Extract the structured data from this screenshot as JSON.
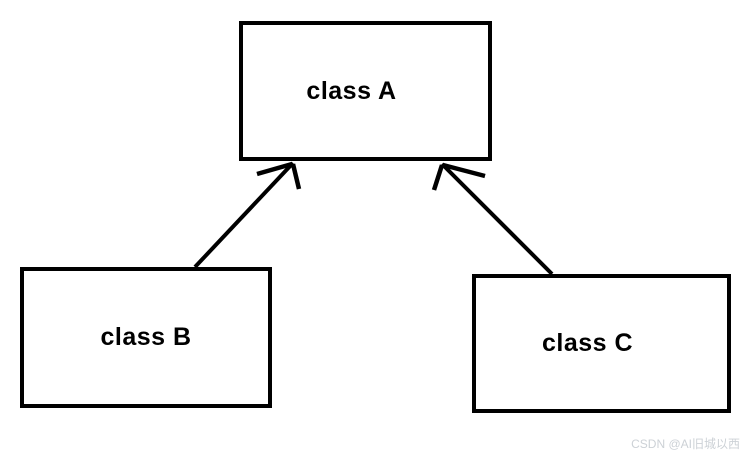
{
  "diagram": {
    "type": "class-inheritance",
    "nodes": [
      {
        "id": "A",
        "label": "class A"
      },
      {
        "id": "B",
        "label": "class B"
      },
      {
        "id": "C",
        "label": "class C"
      }
    ],
    "edges": [
      {
        "from": "B",
        "to": "A",
        "style": "open-arrow"
      },
      {
        "from": "C",
        "to": "A",
        "style": "open-arrow"
      }
    ],
    "colors": {
      "line": "#000000",
      "box_fill": "#ffffff",
      "background": "#ffffff"
    }
  },
  "watermark": {
    "text": "CSDN @AI旧城以西",
    "color": "#ccd1d6"
  }
}
